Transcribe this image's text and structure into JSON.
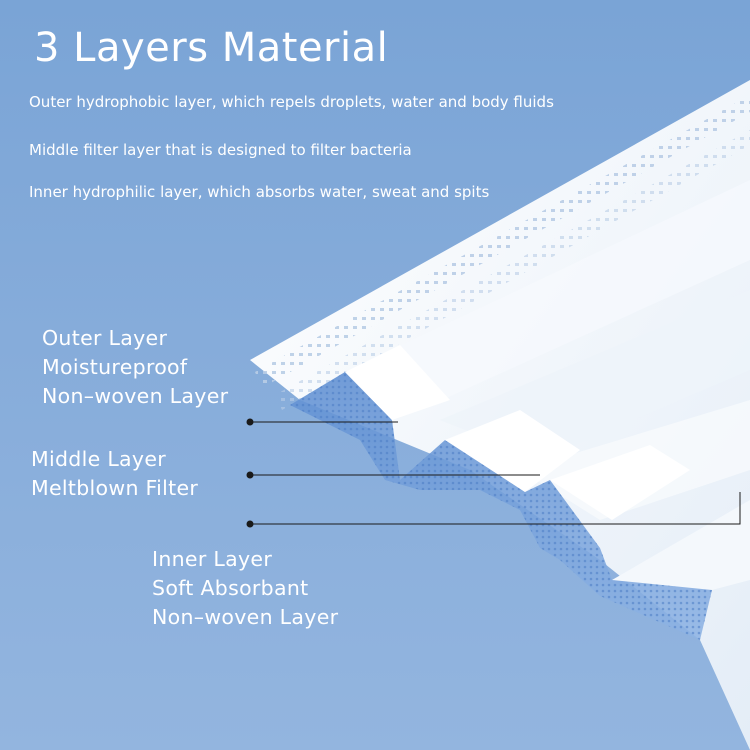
{
  "title": "3 Layers Material",
  "descriptions": [
    "Outer hydrophobic layer, which repels droplets, water and body fluids",
    "Middle filter layer that is designed to filter bacteria",
    "Inner hydrophilic layer, which absorbs water, sweat and spits"
  ],
  "labels": {
    "outer": [
      "Outer Layer",
      "Moistureproof",
      "Non–woven Layer"
    ],
    "middle": [
      "Middle Layer",
      "Meltblown Filter"
    ],
    "inner": [
      "Inner Layer",
      "Soft Absorbant",
      "Non–woven Layer"
    ]
  },
  "colors": {
    "background": "#86acda",
    "mask_white": "#f3f7fb",
    "filter_blue": "#6e9ad8",
    "text": "#ffffff",
    "leader_line": "#1a1a1a"
  }
}
